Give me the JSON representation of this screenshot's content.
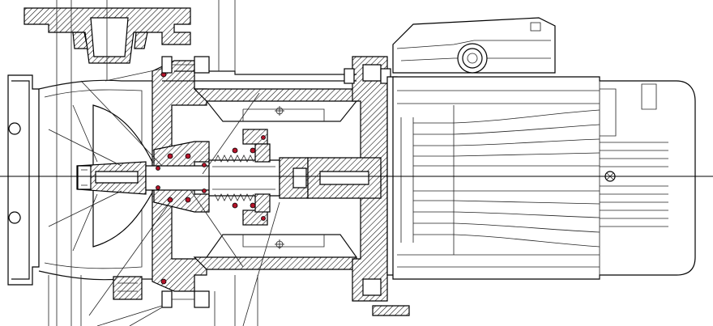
{
  "drawing": {
    "colors": {
      "line": "#111111",
      "hatch": "#000000",
      "seal": "#b3142a",
      "background": "#ffffff"
    },
    "icons": [
      "hatch-pattern",
      "seal-o-ring",
      "fastener-bolt",
      "screw-head-cross"
    ]
  }
}
